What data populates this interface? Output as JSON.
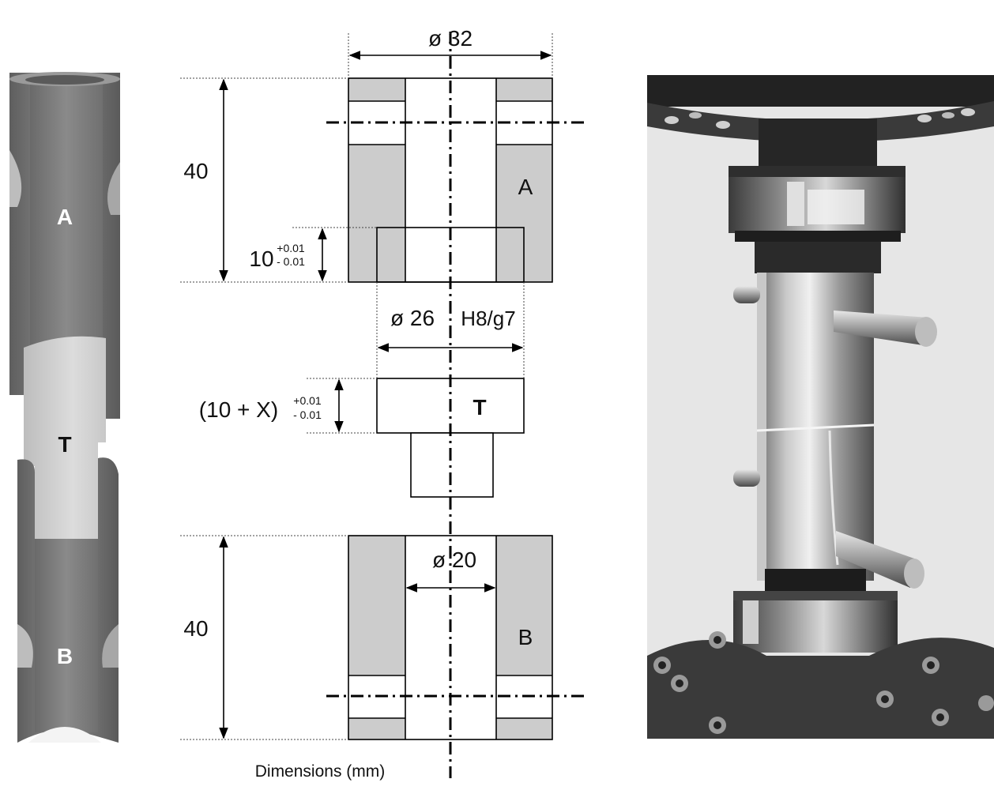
{
  "cutaway": {
    "label_a": "A",
    "label_t": "T",
    "label_b": "B"
  },
  "drawing": {
    "dim_outer_diameter": "ø 32",
    "dim_height_a": "40",
    "dim_recess_depth": "10",
    "tol_recess_upper": "+0.01",
    "tol_recess_lower": "- 0.01",
    "dim_recess_diameter": "ø 26",
    "fit_label": "H8/g7",
    "dim_t_height": "(10 + X)",
    "tol_t_upper": "+0.01",
    "tol_t_lower": "- 0.01",
    "dim_bore_diameter": "ø 20",
    "dim_height_b": "40",
    "part_a": "A",
    "part_t": "T",
    "part_b": "B",
    "units_note": "Dimensions (mm)"
  },
  "colors": {
    "section_fill": "#cccccc",
    "steel_dark": "#707070",
    "steel_light": "#d4d4d4",
    "line": "#000000"
  }
}
